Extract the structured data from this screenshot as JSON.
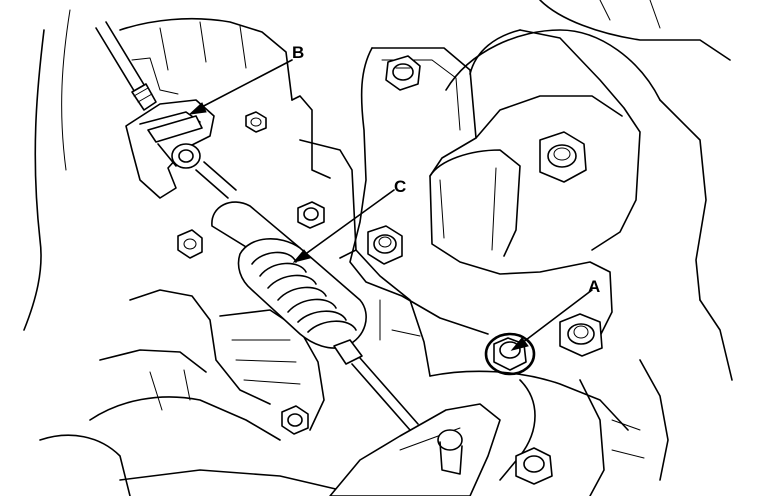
{
  "diagram": {
    "callouts": {
      "a": {
        "label": "A"
      },
      "b": {
        "label": "B"
      },
      "c": {
        "label": "C"
      }
    }
  }
}
